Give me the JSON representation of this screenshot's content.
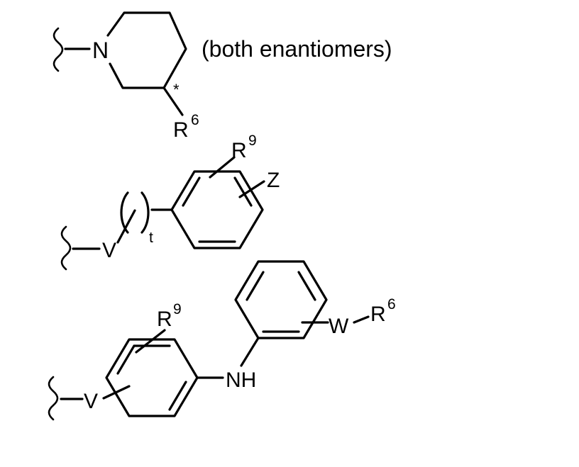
{
  "structures": [
    {
      "id": "piperidine",
      "n_label": "N",
      "stereo_marker": "*",
      "substituent": {
        "symbol": "R",
        "superscript": "6"
      },
      "note": "(both enantiomers)"
    },
    {
      "id": "phenyl-chain",
      "linker": "V",
      "repeat_index": "t",
      "substituent": {
        "symbol": "R",
        "superscript": "9"
      },
      "ring_substituent": "Z"
    },
    {
      "id": "diarylamine",
      "linker": "V",
      "substituent": {
        "symbol": "R",
        "superscript": "9"
      },
      "amine": "NH",
      "w_label": "W",
      "w_substituent": {
        "symbol": "R",
        "superscript": "6"
      }
    }
  ]
}
